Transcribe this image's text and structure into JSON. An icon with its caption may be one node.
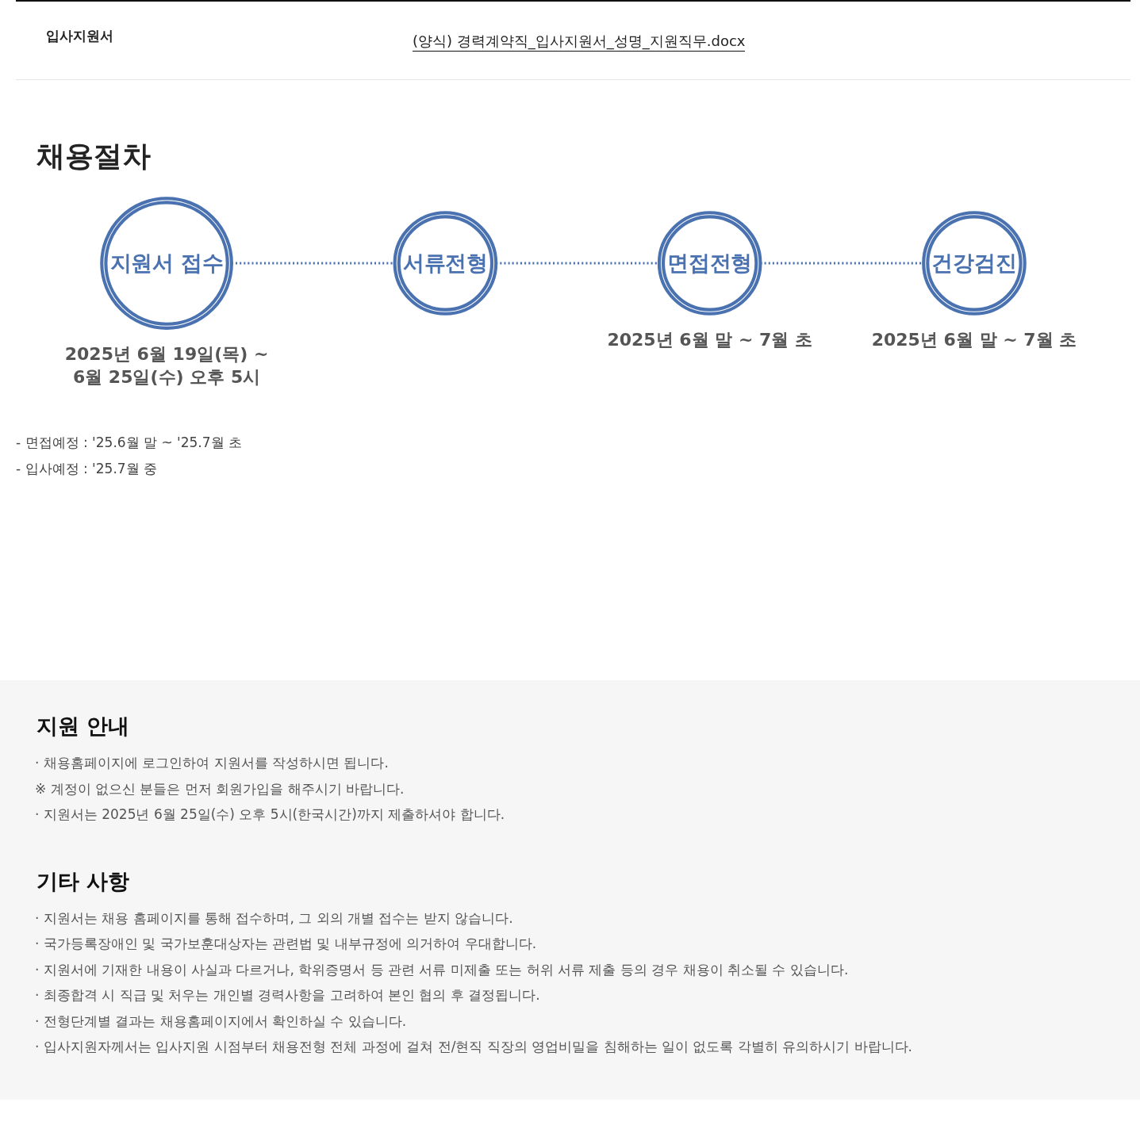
{
  "diagram": {
    "title": "채용절차",
    "nodes": [
      {
        "text": [
          "지원서 접수"
        ],
        "beside": [
          "2025년 6월 19일(목) ~ 6월 25일(수) 오후 5시"
        ]
      },
      {
        "text": [
          "서류전형"
        ]
      },
      {
        "text": [
          "면접전형"
        ],
        "beside": [
          "2025년 6월 말 ~ 7월 초"
        ]
      },
      {
        "text": [
          "건강검진"
        ],
        "beside": [
          "2025년 6월 말 ~ 7월 초"
        ]
      }
    ],
    "edges": [
      {
        "from": 0,
        "to": 1,
        "arrow": "none",
        "style": "dashed"
      },
      {
        "from": 1,
        "to": 2,
        "arrow": "none",
        "style": "dashed"
      },
      {
        "from": 2,
        "to": 3,
        "arrow": "none",
        "style": "dashed"
      }
    ],
    "labels": [
      "입사지원서",
      "(양식) 경력계약직_입사지원서_성명_지원직무.docx",
      "- 면접예정 : '25.6월 말 ~ '25.7월 초",
      "- 입사예정 : '25.7월 중",
      "지원 안내",
      "· 채용홈페이지에 로그인하여 지원서를 작성하시면 됩니다.",
      "※ 계정이 없으신 분들은 먼저 회원가입을 해주시기 바랍니다.",
      "· 지원서는 2025년 6월 25일(수) 오후 5시(한국시간)까지 제출하셔야 합니다.",
      "기타 사항",
      "· 지원서는 채용 홈페이지를 통해 접수하며, 그 외의 개별 접수는 받지 않습니다.",
      "· 국가등록장애인 및 국가보훈대상자는 관련법 및 내부규정에 의거하여 우대합니다.",
      "· 지원서에 기재한 내용이 사실과 다르거나, 학위증명서 등 관련 서류 미제출 또는 허위 서류 제출 등의 경우 채용이 취소될 수 있습니다.",
      "· 최종합격 시 직급 및 처우는 개인별 경력사항을 고려하여 본인 협의 후 결정됩니다.",
      "· 전형단계별 결과는 채용홈페이지에서 확인하실 수 있습니다.",
      "· 입사지원자께서는 입사지원 시점부터 채용전형 전체 과정에 걸쳐 전/현직 직장의 영업비밀을 침해하는 일이 없도록 각별히 유의하시기 바랍니다."
    ]
  }
}
